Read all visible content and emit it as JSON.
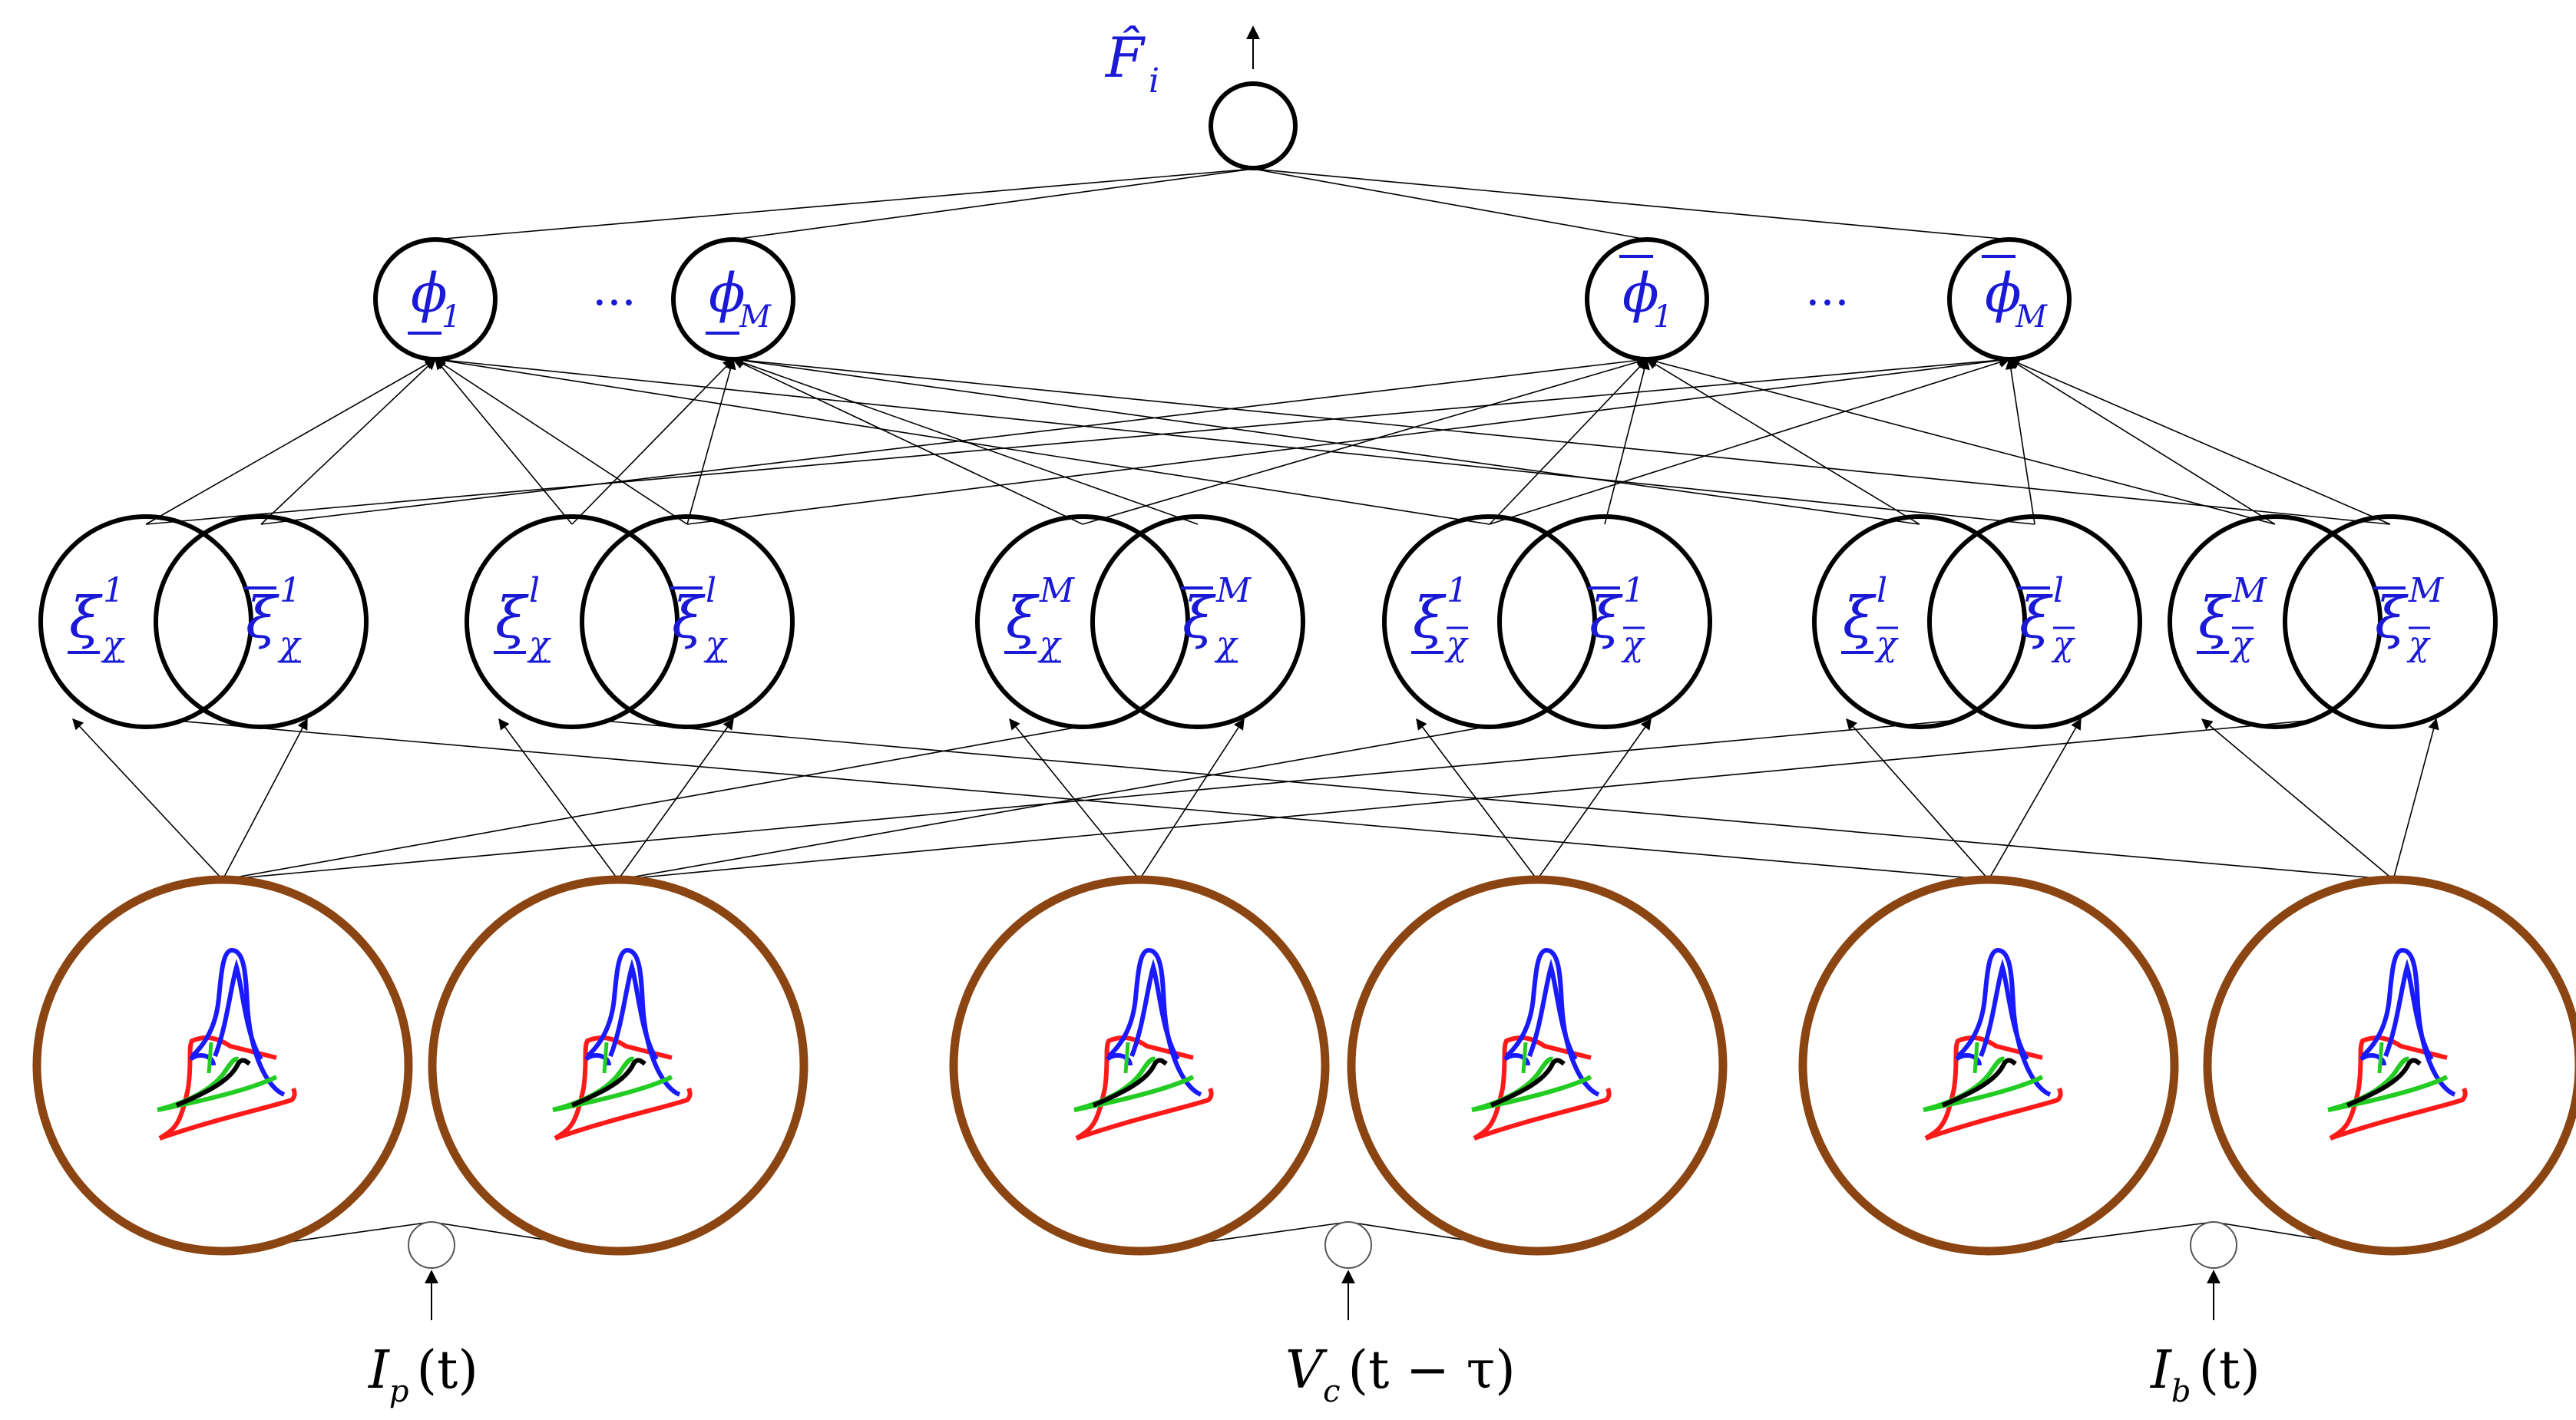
{
  "colors": {
    "label": "#1a1ad6",
    "line": "#000000",
    "mf_border": "#8b4513",
    "curve_red": "#ff1a1a",
    "curve_blue": "#1a1aff",
    "curve_green": "#22cc22",
    "curve_black": "#000000"
  },
  "output": {
    "label": "F̂",
    "sub": "i"
  },
  "rule_layer": {
    "nodes": [
      {
        "base": "ϕ",
        "sub": "1",
        "bar": "under"
      },
      {
        "base": "ϕ",
        "sub": "M",
        "bar": "under"
      },
      {
        "base": "ϕ",
        "sub": "1",
        "bar": "over"
      },
      {
        "base": "ϕ",
        "sub": "M",
        "bar": "over"
      }
    ],
    "ellipsis": "···"
  },
  "firing_layer": {
    "pairs": [
      {
        "left": {
          "base": "ξ",
          "sup": "1",
          "sub": "χ"
        },
        "right": {
          "base": "ξ",
          "sup": "1",
          "sub": "χ"
        }
      },
      {
        "left": {
          "base": "ξ",
          "sup": "l",
          "sub": "χ"
        },
        "right": {
          "base": "ξ",
          "sup": "l",
          "sub": "χ"
        }
      },
      {
        "left": {
          "base": "ξ",
          "sup": "M",
          "sub": "χ"
        },
        "right": {
          "base": "ξ",
          "sup": "M",
          "sub": "χ"
        }
      },
      {
        "left": {
          "base": "ξ",
          "sup": "1",
          "sub": "χ"
        },
        "right": {
          "base": "ξ",
          "sup": "1",
          "sub": "χ"
        }
      },
      {
        "left": {
          "base": "ξ",
          "sup": "l",
          "sub": "χ"
        },
        "right": {
          "base": "ξ",
          "sup": "l",
          "sub": "χ"
        }
      },
      {
        "left": {
          "base": "ξ",
          "sup": "M",
          "sub": "χ"
        },
        "right": {
          "base": "ξ",
          "sup": "M",
          "sub": "χ"
        }
      }
    ]
  },
  "inputs": [
    {
      "var": "I",
      "sub": "p",
      "arg": "(t)"
    },
    {
      "var": "V",
      "sub": "c",
      "arg": "(t − τ)"
    },
    {
      "var": "I",
      "sub": "b",
      "arg": "(t)"
    }
  ]
}
